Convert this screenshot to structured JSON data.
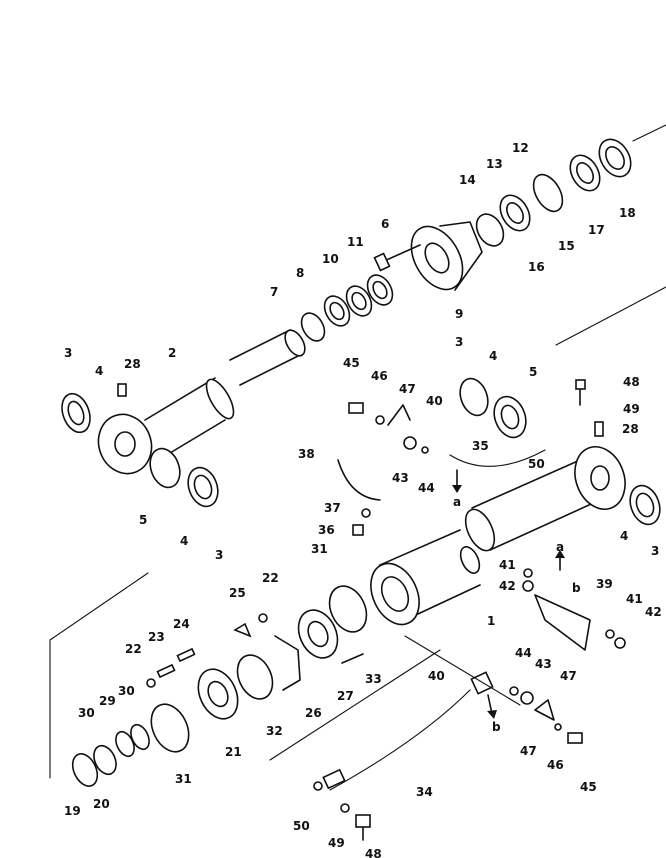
{
  "labels": [
    "1",
    "2",
    "3",
    "4",
    "5",
    "6",
    "7",
    "8",
    "9",
    "10",
    "11",
    "12",
    "13",
    "14",
    "15",
    "16",
    "17",
    "18",
    "19",
    "20",
    "21",
    "22",
    "23",
    "24",
    "25",
    "26",
    "27",
    "28",
    "29",
    "30",
    "31",
    "32",
    "33",
    "34",
    "35",
    "36",
    "37",
    "38",
    "39",
    "40",
    "41",
    "42",
    "43",
    "44",
    "45",
    "46",
    "47",
    "48",
    "49",
    "50"
  ],
  "callout_a": "a",
  "callout_b": "b"
}
